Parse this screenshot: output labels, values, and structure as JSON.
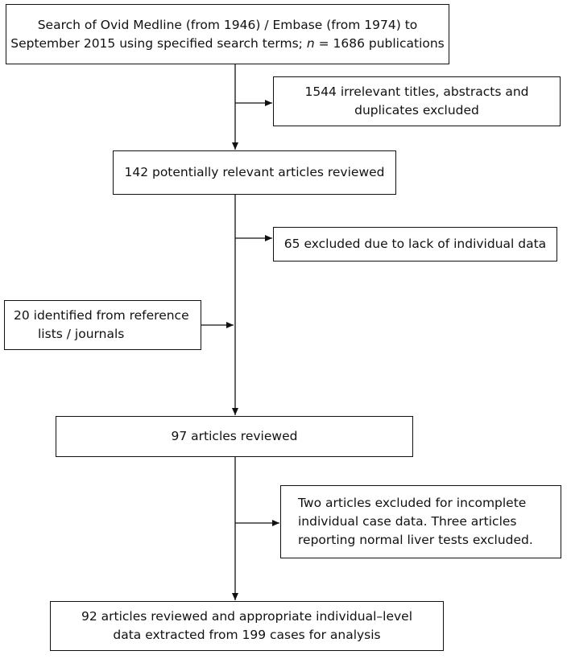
{
  "boxes": {
    "search": {
      "lines": [
        "Search of Ovid Medline (from 1946) / Embase (from 1974) to",
        "September 2015 using specified search terms;",
        "n",
        " = 1686 publications"
      ]
    },
    "excluded_irrelevant": {
      "lines": [
        "1544 irrelevant titles, abstracts and",
        "duplicates excluded"
      ]
    },
    "potentially_relevant": {
      "lines": [
        "142 potentially relevant articles reviewed"
      ]
    },
    "excluded_lack_data": {
      "lines": [
        "65 excluded due to lack of individual data"
      ]
    },
    "identified_reference": {
      "lines": [
        "20 identified from reference",
        "lists / journals"
      ]
    },
    "reviewed_97": {
      "lines": [
        "97 articles reviewed"
      ]
    },
    "excluded_incomplete": {
      "lines": [
        "Two articles excluded for incomplete",
        "individual case data.  Three articles",
        "reporting  normal liver tests excluded."
      ]
    },
    "final": {
      "lines": [
        "92 articles reviewed and appropriate individual–level",
        "data extracted from 199 cases for analysis"
      ]
    }
  }
}
